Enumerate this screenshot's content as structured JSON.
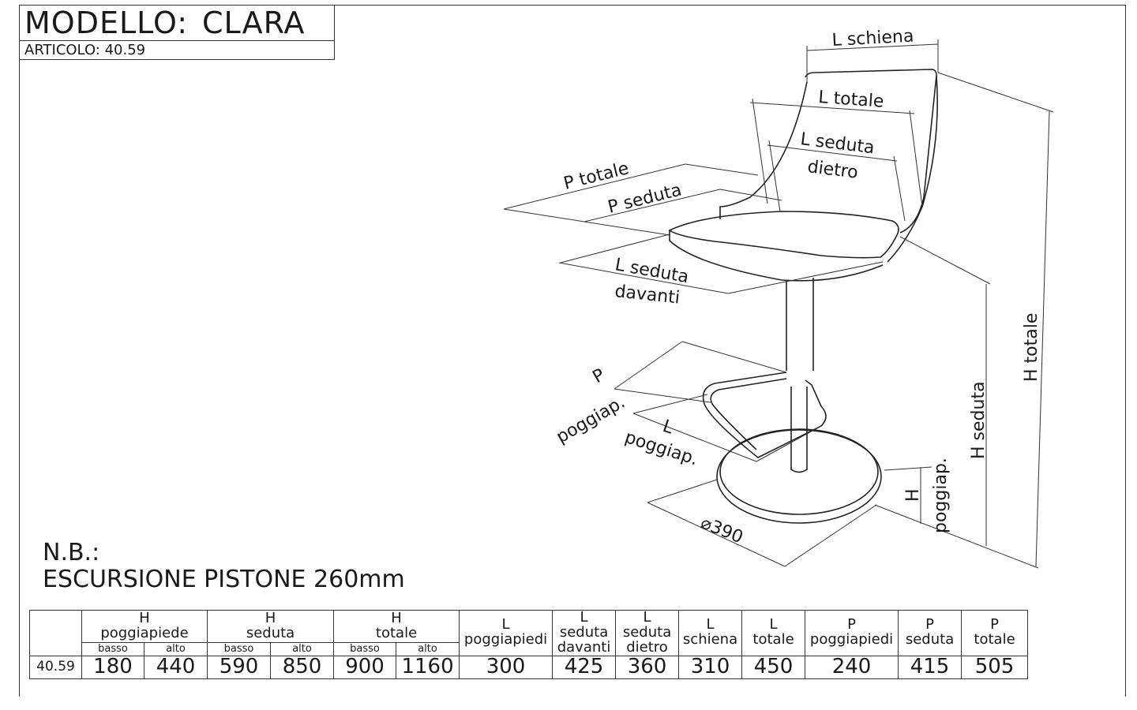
{
  "title_block": {
    "model_label": "MODELLO:",
    "model_name": "CLARA",
    "article": "ARTICOLO: 40.59"
  },
  "notes": {
    "heading": "N.B.:",
    "text": "ESCURSIONE PISTONE 260mm"
  },
  "drawing_labels": {
    "l_schiena": "L schiena",
    "l_totale": "L totale",
    "l_seduta": "L seduta",
    "dietro": "dietro",
    "p_totale": "P totale",
    "p_seduta": "P seduta",
    "davanti": "davanti",
    "p": "P",
    "l": "L",
    "poggiap": "poggiap.",
    "diam_symbol": "⌀",
    "diam_value": "390",
    "h": "H",
    "h_seduta": "H seduta",
    "h_totale": "H totale"
  },
  "table": {
    "groups": {
      "h_poggiapiede": [
        "H",
        "poggiapiede"
      ],
      "h_seduta": [
        "H",
        "seduta"
      ],
      "h_totale": [
        "H",
        "totale"
      ],
      "l_poggiapiedi": [
        "L",
        "poggiapiedi"
      ],
      "l_seduta_davanti": [
        "L",
        "seduta",
        "davanti"
      ],
      "l_seduta_dietro": [
        "L",
        "seduta",
        "dietro"
      ],
      "l_schiena": [
        "L",
        "schiena"
      ],
      "l_totale": [
        "L",
        "totale"
      ],
      "p_poggiapiedi": [
        "P",
        "poggiapiedi"
      ],
      "p_seduta": [
        "P",
        "seduta"
      ],
      "p_totale": [
        "P",
        "totale"
      ]
    },
    "sub": {
      "basso": "basso",
      "alto": "alto"
    },
    "row": {
      "code": "40.59",
      "values": [
        "180",
        "440",
        "590",
        "850",
        "900",
        "1160",
        "300",
        "425",
        "360",
        "310",
        "450",
        "240",
        "415",
        "505"
      ]
    }
  }
}
